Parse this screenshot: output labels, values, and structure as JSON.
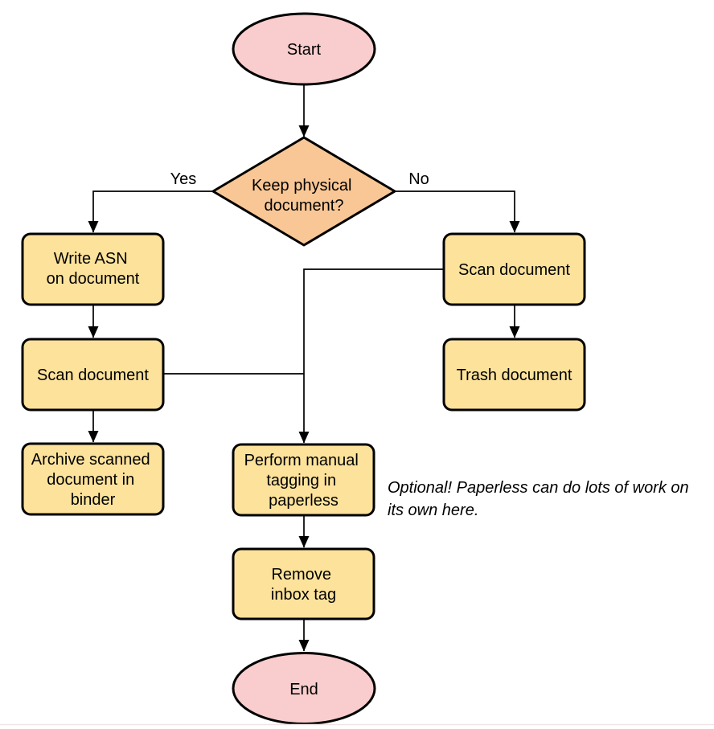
{
  "diagram": {
    "type": "flowchart",
    "colors": {
      "terminator_fill": "#f9cdcd",
      "decision_fill": "#f9c795",
      "process_fill": "#fce29b",
      "node_stroke": "#000000",
      "edge_stroke": "#000000",
      "text": "#000000",
      "background": "#ffffff",
      "bottom_rule": "#f2e4e4"
    },
    "nodes": {
      "start": {
        "shape": "terminator",
        "label": "Start"
      },
      "keep_physical": {
        "shape": "decision",
        "line1": "Keep physical",
        "line2": "document?"
      },
      "write_asn": {
        "shape": "process",
        "line1": "Write ASN",
        "line2": "on document"
      },
      "scan_left": {
        "shape": "process",
        "label": "Scan document"
      },
      "archive": {
        "shape": "process",
        "line1": "Archive scanned",
        "line2": "document in",
        "line3": "binder"
      },
      "scan_right": {
        "shape": "process",
        "label": "Scan document"
      },
      "trash": {
        "shape": "process",
        "label": "Trash document"
      },
      "manual_tagging": {
        "shape": "process",
        "line1": "Perform manual",
        "line2": "tagging in",
        "line3": "paperless"
      },
      "remove_inbox_tag": {
        "shape": "process",
        "line1": "Remove",
        "line2": "inbox tag"
      },
      "end": {
        "shape": "terminator",
        "label": "End"
      }
    },
    "edge_labels": {
      "yes": "Yes",
      "no": "No"
    },
    "annotation": {
      "line1": "Optional! Paperless can do lots of work on",
      "line2": "its own here."
    }
  }
}
